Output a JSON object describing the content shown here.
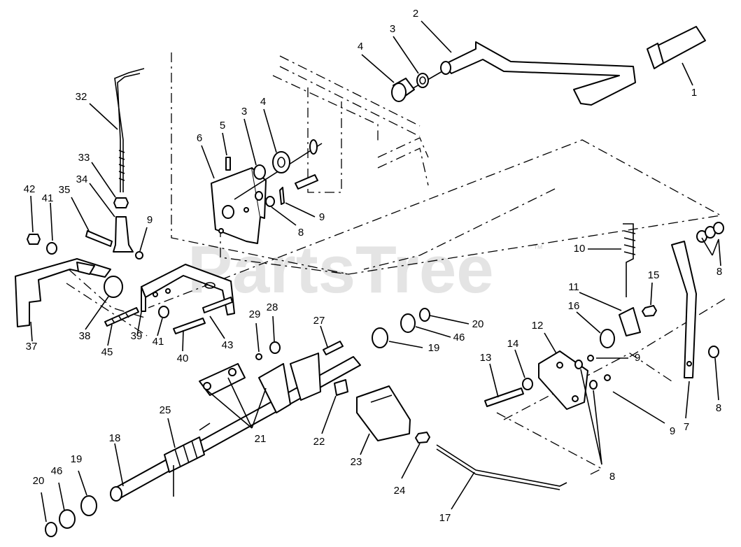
{
  "watermark": {
    "text": "PartsTree",
    "trademark": "™"
  },
  "callouts": {
    "c1": "1",
    "c2": "2",
    "c3a": "3",
    "c4a": "4",
    "c3b": "3",
    "c4b": "4",
    "c5": "5",
    "c6": "6",
    "c8a": "8",
    "c9a": "9",
    "c32": "32",
    "c33": "33",
    "c34": "34",
    "c35": "35",
    "c41a": "41",
    "c42": "42",
    "c9b": "9",
    "c10": "10",
    "c11": "11",
    "c15": "15",
    "c8b": "8",
    "c16": "16",
    "c12": "12",
    "c9c": "9",
    "c14": "14",
    "c13": "13",
    "c9d": "9",
    "c7": "7",
    "c8c": "8",
    "c8d": "8",
    "c37": "37",
    "c38": "38",
    "c45": "45",
    "c39": "39",
    "c41b": "41",
    "c40": "40",
    "c43": "43",
    "c29": "29",
    "c28": "28",
    "c27": "27",
    "c20a": "20",
    "c46a": "46",
    "c19a": "19",
    "c22": "22",
    "c23": "23",
    "c24": "24",
    "c21": "21",
    "c25": "25",
    "c18": "18",
    "c19b": "19",
    "c46b": "46",
    "c20b": "20",
    "c17": "17"
  }
}
